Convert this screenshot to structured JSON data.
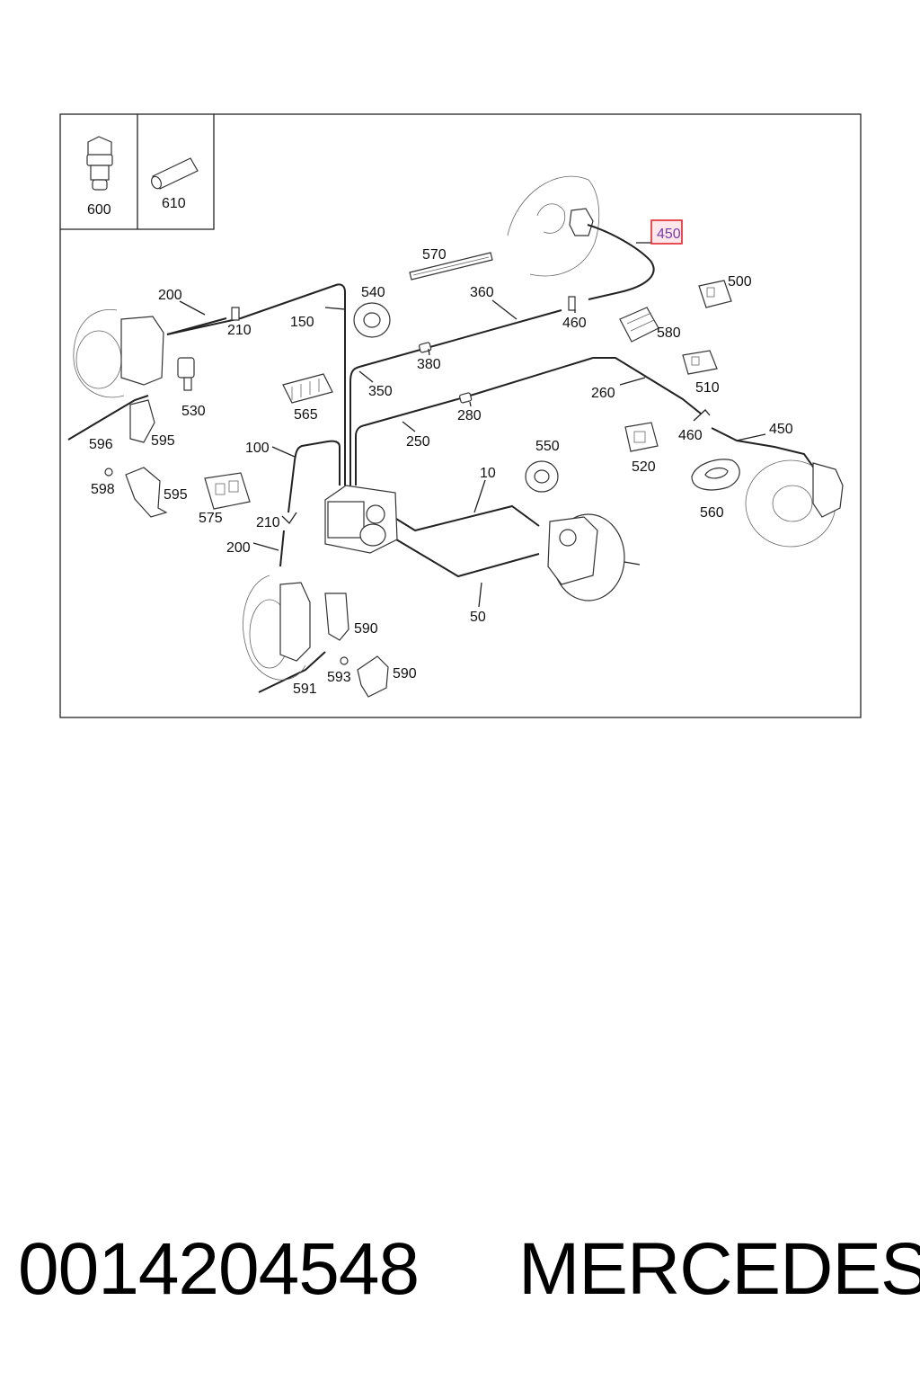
{
  "labels": {
    "l600": "600",
    "l610": "610",
    "l450_top": "450",
    "l570": "570",
    "l500": "500",
    "l200_a": "200",
    "l210_a": "210",
    "l150": "150",
    "l540": "540",
    "l360": "360",
    "l460_a": "460",
    "l580": "580",
    "l380": "380",
    "l510": "510",
    "l530": "530",
    "l565": "565",
    "l350": "350",
    "l260": "260",
    "l280": "280",
    "l460_b": "460",
    "l450_b": "450",
    "l596": "596",
    "l595_a": "595",
    "l250": "250",
    "l100": "100",
    "l550": "550",
    "l520": "520",
    "l598": "598",
    "l595_b": "595",
    "l10": "10",
    "l575": "575",
    "l560": "560",
    "l210_b": "210",
    "l200_b": "200",
    "l50": "50",
    "l590_a": "590",
    "l593": "593",
    "l590_b": "590",
    "l591": "591"
  },
  "highlighted_part": "450",
  "highlight_color": "#e0262b",
  "footer": {
    "part_number": "0014204548",
    "brand": "MERCEDES"
  }
}
